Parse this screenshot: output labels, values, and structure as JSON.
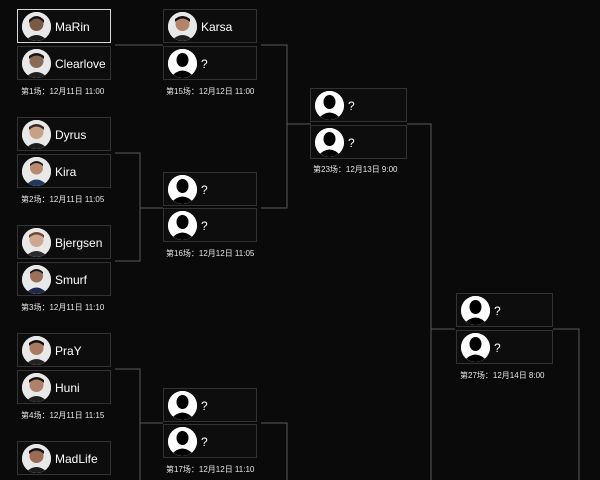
{
  "theme": {
    "background": "#0a0a0a",
    "connector": "#5a5a5a",
    "slot_border": "#333333",
    "active_border": "#d8d8d8",
    "text": "#ffffff"
  },
  "round1": {
    "match1": {
      "p1": "MaRin",
      "p2": "Clearlove",
      "time": "第1场：12月11日 11:00"
    },
    "match2": {
      "p1": "Dyrus",
      "p2": "Kira",
      "time": "第2场：12月11日 11:05"
    },
    "match3": {
      "p1": "Bjergsen",
      "p2": "Smurf",
      "time": "第3场：12月11日 11:10"
    },
    "match4": {
      "p1": "PraY",
      "p2": "Huni",
      "time": "第4场：12月11日 11:15"
    },
    "match5": {
      "p1": "MadLife"
    }
  },
  "round2": {
    "match15": {
      "p1": "Karsa",
      "p2": "?",
      "time": "第15场：12月12日 11:00"
    },
    "match16": {
      "p1": "?",
      "p2": "?",
      "time": "第16场：12月12日 11:05"
    },
    "match17": {
      "p1": "?",
      "p2": "?",
      "time": "第17场：12月12日 11:10"
    }
  },
  "round3": {
    "match23": {
      "p1": "?",
      "p2": "?",
      "time": "第23场：12月13日 9:00"
    }
  },
  "round4": {
    "match27": {
      "p1": "?",
      "p2": "?",
      "time": "第27场：12月14日 8:00"
    }
  }
}
